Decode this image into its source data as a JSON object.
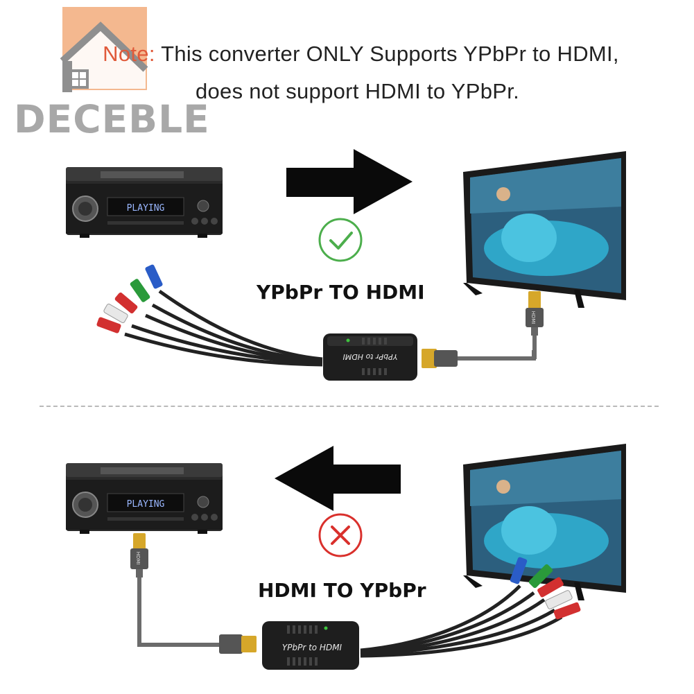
{
  "note": {
    "line1_prefix": "Note:",
    "line1_rest": " This converter ONLY Supports YPbPr to HDMI,",
    "line2": "does not support HDMI to YPbPr."
  },
  "logo": {
    "text": "DECEBLE"
  },
  "top_section": {
    "receiver_display": "PLAYING",
    "converter_label": "YPbPr to HDMI",
    "caption": "YPbPr TO HDMI",
    "hdmi_plug_label": "HDMI",
    "status": "check",
    "status_color": "#4cae4c"
  },
  "bottom_section": {
    "receiver_display": "PLAYING",
    "converter_label": "YPbPr to HDMI",
    "caption": "HDMI TO YPbPr",
    "hdmi_plug_label": "HDMI",
    "status": "cross",
    "status_color": "#d9302c"
  },
  "colors": {
    "check": "#4cae4c",
    "cross": "#d9302c",
    "accent_orange": "#f0a06a",
    "logo_gray": "#9a9a9a"
  }
}
